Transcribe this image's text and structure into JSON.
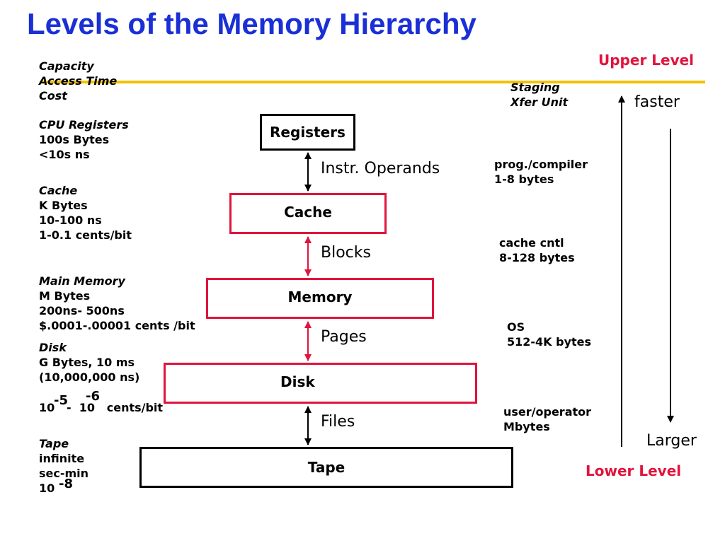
{
  "title": "Levels of the Memory Hierarchy",
  "header_left": [
    "Capacity",
    "Access Time",
    "Cost"
  ],
  "header_right": [
    "Staging",
    "Xfer Unit"
  ],
  "upper_level": "Upper Level",
  "lower_level": "Lower Level",
  "faster": "faster",
  "larger": "Larger",
  "levels": [
    {
      "name": "Registers",
      "capacity": "CPU Registers",
      "lines": [
        "100s Bytes",
        "<10s ns"
      ]
    },
    {
      "name": "Cache",
      "capacity": "Cache",
      "lines": [
        "K Bytes",
        "10-100 ns",
        "1-0.1 cents/bit"
      ]
    },
    {
      "name": "Memory",
      "capacity": "Main Memory",
      "lines": [
        "M Bytes",
        "200ns- 500ns",
        "$.0001-.00001 cents /bit"
      ]
    },
    {
      "name": "Disk",
      "capacity": "Disk",
      "lines": [
        "G Bytes, 10 ms",
        "(10,000,000 ns)"
      ],
      "cost_line": "10   -  10   cents/bit",
      "cost_exp1": "-5",
      "cost_exp2": "-6"
    },
    {
      "name": "Tape",
      "capacity": "Tape",
      "lines": [
        "infinite",
        "sec-min"
      ],
      "cost_line": "10",
      "cost_exp": "-8"
    }
  ],
  "transfers": [
    {
      "unit": "Instr. Operands",
      "staging": "prog./compiler",
      "size": "1-8 bytes"
    },
    {
      "unit": "Blocks",
      "staging": "cache cntl",
      "size": "8-128 bytes"
    },
    {
      "unit": "Pages",
      "staging": "OS",
      "size": "512-4K bytes"
    },
    {
      "unit": "Files",
      "staging": "user/operator",
      "size": "Mbytes"
    }
  ],
  "colors": {
    "title": "#1a2fd6",
    "rule": "#f2c200",
    "accent_red": "#e0143c",
    "arrow_red": "#e0143c"
  },
  "icons": {
    "transfer_arrow": "double-headed-arrow",
    "faster_arrow": "up-arrow",
    "larger_arrow": "down-arrow"
  }
}
